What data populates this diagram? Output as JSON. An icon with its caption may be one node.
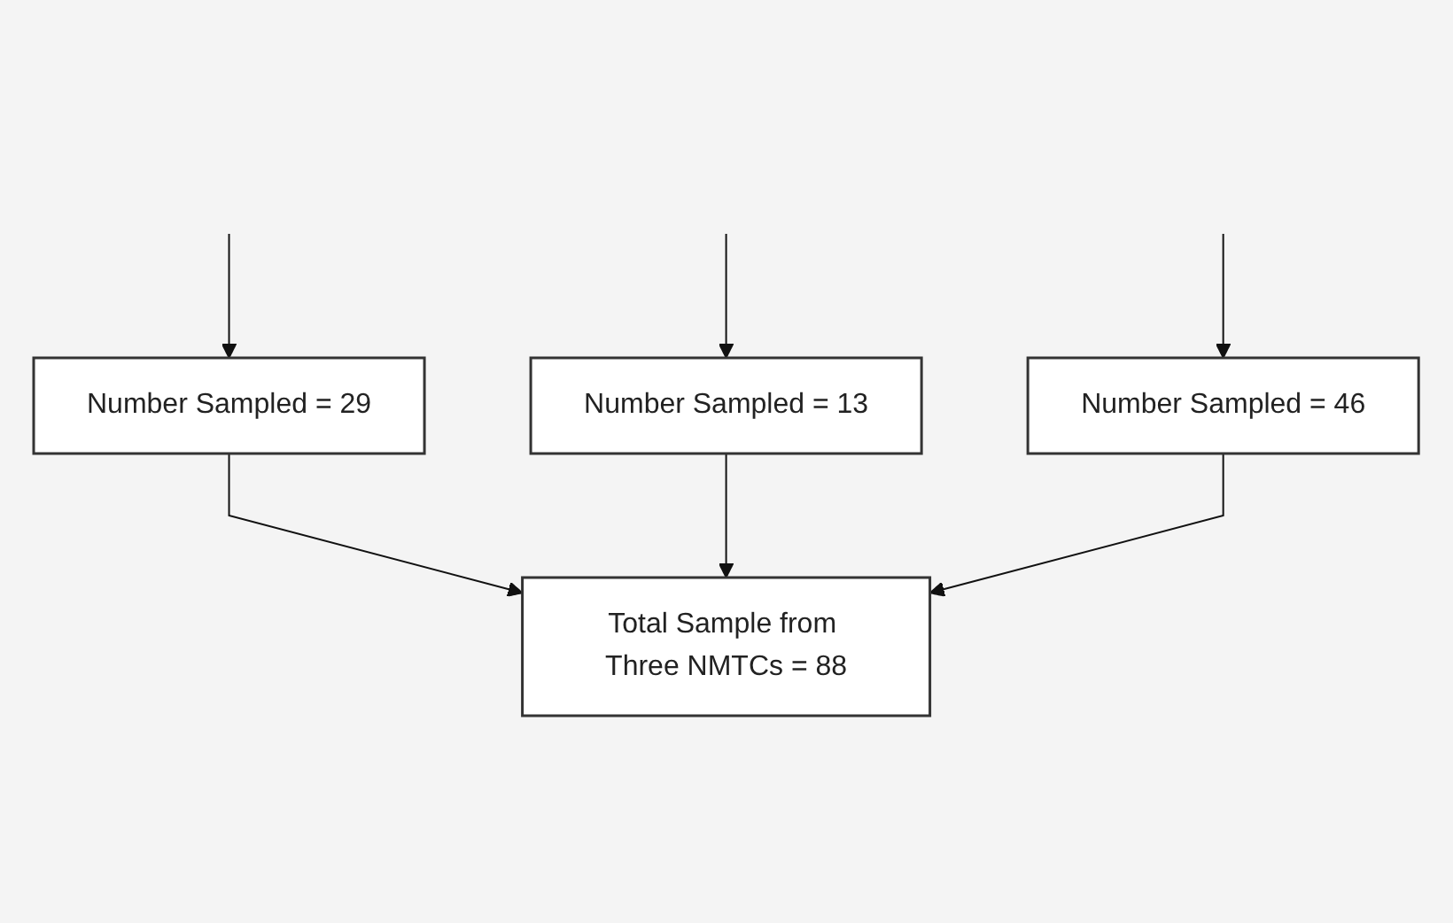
{
  "diagram": {
    "nodes": [
      {
        "text": [
          "Number Sampled = 29"
        ]
      },
      {
        "text": [
          "Number Sampled = 13"
        ]
      },
      {
        "text": [
          "Number Sampled = 46"
        ]
      },
      {
        "text": [
          "Total Sample from Three NMTCs = 88"
        ]
      }
    ],
    "edges": [
      {
        "from": null,
        "to": 0,
        "arrow": "to"
      },
      {
        "from": null,
        "to": 1,
        "arrow": "to"
      },
      {
        "from": null,
        "to": 2,
        "arrow": "to"
      },
      {
        "from": 0,
        "to": 3,
        "arrow": "to"
      },
      {
        "from": 1,
        "to": 3,
        "arrow": "to"
      },
      {
        "from": 2,
        "to": 3,
        "arrow": "to"
      }
    ]
  }
}
